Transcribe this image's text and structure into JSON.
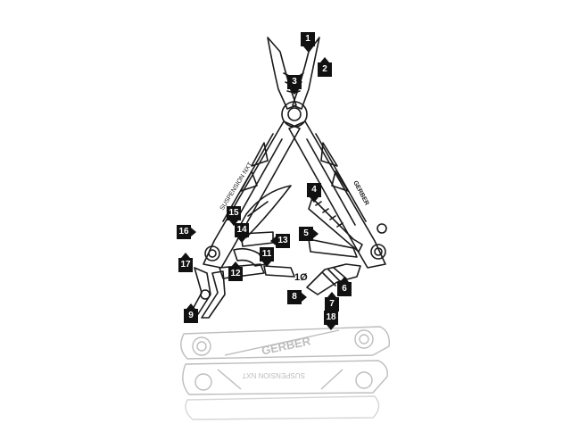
{
  "colors": {
    "ink": "#1a1a1a",
    "faded": "#bdbdbd",
    "callout_bg": "#111111",
    "callout_text": "#ffffff"
  },
  "callouts": [
    {
      "id": "1",
      "label": "1"
    },
    {
      "id": "2",
      "label": "2"
    },
    {
      "id": "3",
      "label": "3"
    },
    {
      "id": "4",
      "label": "4"
    },
    {
      "id": "5",
      "label": "5"
    },
    {
      "id": "6",
      "label": "6"
    },
    {
      "id": "7",
      "label": "7"
    },
    {
      "id": "8",
      "label": "8"
    },
    {
      "id": "9",
      "label": "9"
    },
    {
      "id": "10",
      "label": "1Ø"
    },
    {
      "id": "11",
      "label": "11"
    },
    {
      "id": "12",
      "label": "12"
    },
    {
      "id": "13",
      "label": "13"
    },
    {
      "id": "14",
      "label": "14"
    },
    {
      "id": "15",
      "label": "15"
    },
    {
      "id": "16",
      "label": "16"
    },
    {
      "id": "17",
      "label": "17"
    },
    {
      "id": "18",
      "label": "18"
    }
  ],
  "tool_text": {
    "brand": "GERBER",
    "model": "SUSPENSION NXT",
    "handle_left_text": "SUSPENSION NXT",
    "handle_right_text": "GERBER"
  }
}
